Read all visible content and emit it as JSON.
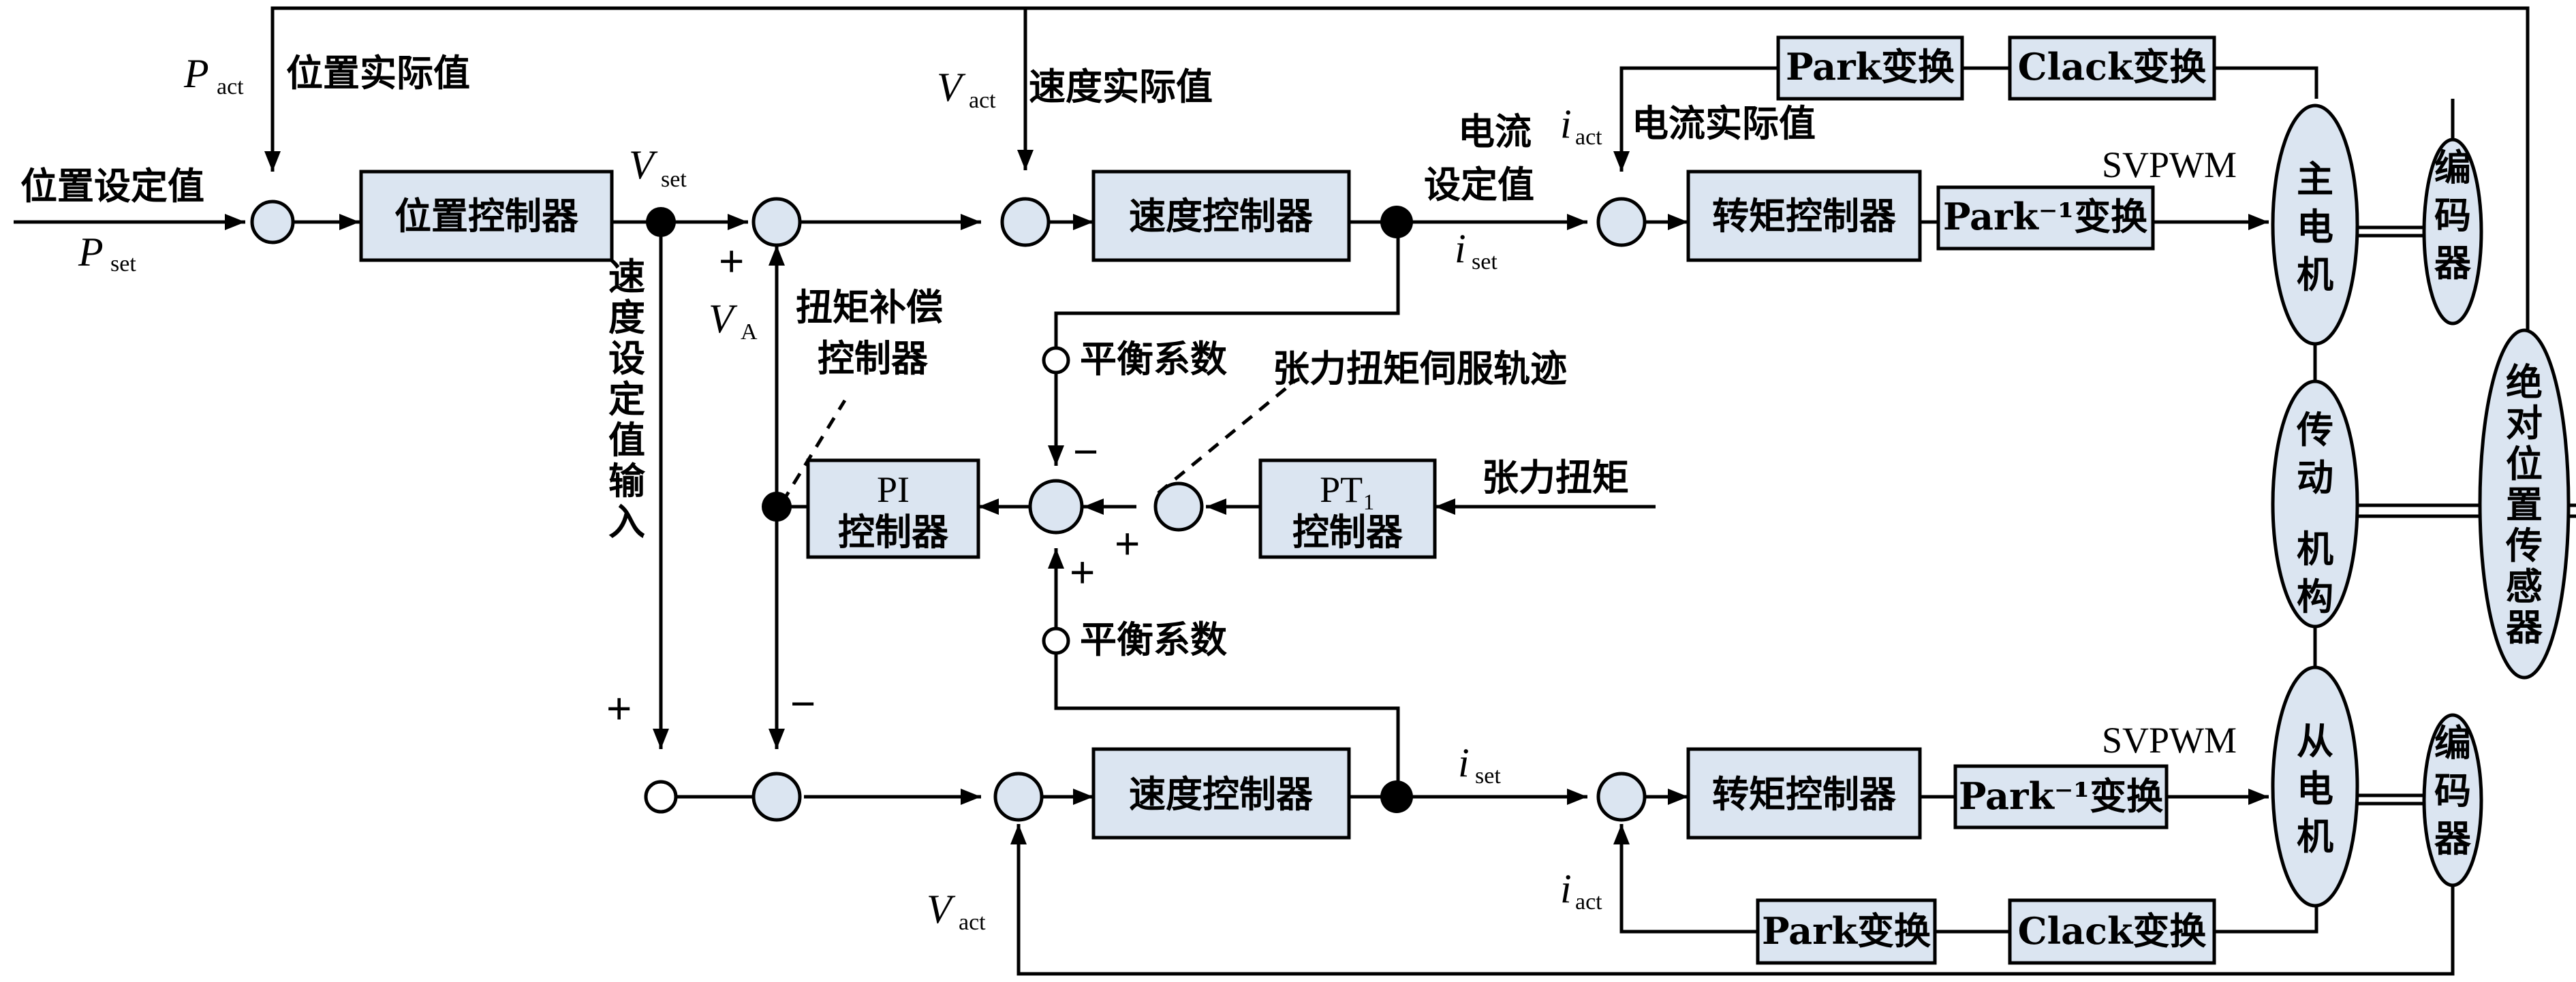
{
  "blocks": {
    "position_controller": "位置控制器",
    "speed_controller": "速度控制器",
    "torque_controller": "转矩控制器",
    "park_inverse": "Park⁻¹变换",
    "park": "Park变换",
    "clack": "Clack变换",
    "pi_controller_line1": "PI",
    "pi_controller_line2": "控制器",
    "pt1_line1": "PT₁",
    "pt1_line2": "控制器"
  },
  "motors": {
    "main_motor": [
      "主",
      "电",
      "机"
    ],
    "slave_motor": [
      "从",
      "电",
      "机"
    ],
    "drive": [
      "传",
      "动",
      "机",
      "构"
    ],
    "encoder": [
      "编",
      "码",
      "器"
    ],
    "abs_sensor": [
      "绝",
      "对",
      "位",
      "置",
      "传",
      "感",
      "器"
    ]
  },
  "labels": {
    "position_setpoint": "位置设定值",
    "position_actual": "位置实际值",
    "speed_actual": "速度实际值",
    "current_actual": "电流实际值",
    "current_setpoint_line1": "电流",
    "current_setpoint_line2": "设定值",
    "speed_setpoint_input": [
      "速",
      "度",
      "设",
      "定",
      "值",
      "输",
      "入"
    ],
    "torque_comp_line1": "扭矩补偿",
    "torque_comp_line2": "控制器",
    "balance_coeff": "平衡系数",
    "tension_trajectory": "张力扭矩伺服轨迹",
    "tension_torque": "张力扭矩",
    "svpwm": "SVPWM"
  },
  "symbols": {
    "P": "P",
    "V": "V",
    "i": "i",
    "act": "act",
    "set": "set",
    "A": "A",
    "plus": "+",
    "minus": "−"
  }
}
